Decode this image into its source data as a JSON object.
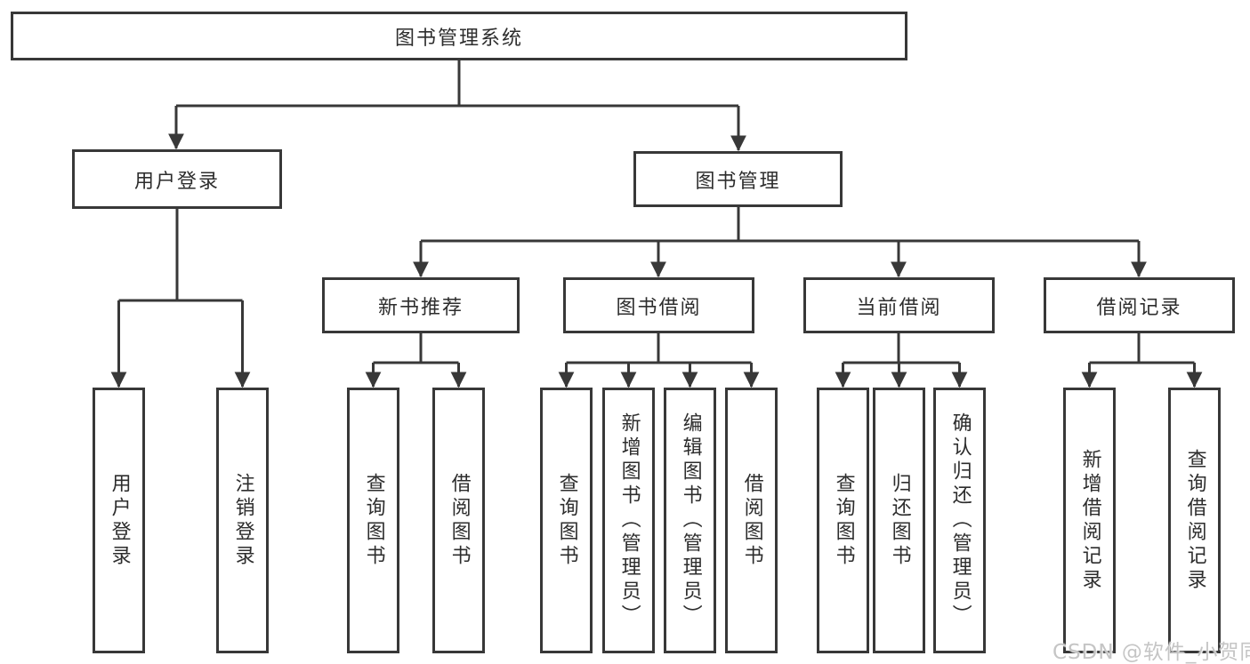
{
  "diagram": {
    "type": "hierarchy-chart",
    "root": {
      "label": "图书管理系统"
    },
    "level1": [
      {
        "label": "用户登录",
        "parent": "图书管理系统"
      },
      {
        "label": "图书管理",
        "parent": "图书管理系统"
      }
    ],
    "level2": [
      {
        "label": "新书推荐",
        "parent": "图书管理"
      },
      {
        "label": "图书借阅",
        "parent": "图书管理"
      },
      {
        "label": "当前借阅",
        "parent": "图书管理"
      },
      {
        "label": "借阅记录",
        "parent": "图书管理"
      }
    ],
    "leaves": [
      {
        "label": "用户登录",
        "parent": "用户登录"
      },
      {
        "label": "注销登录",
        "parent": "用户登录"
      },
      {
        "label": "查询图书",
        "parent": "新书推荐"
      },
      {
        "label": "借阅图书",
        "parent": "新书推荐"
      },
      {
        "label": "查询图书",
        "parent": "图书借阅"
      },
      {
        "label": "新增图书（管理员）",
        "parent": "图书借阅"
      },
      {
        "label": "编辑图书（管理员）",
        "parent": "图书借阅"
      },
      {
        "label": "借阅图书",
        "parent": "图书借阅"
      },
      {
        "label": "查询图书",
        "parent": "当前借阅"
      },
      {
        "label": "归还图书",
        "parent": "当前借阅"
      },
      {
        "label": "确认归还（管理员）",
        "parent": "当前借阅"
      },
      {
        "label": "新增借阅记录",
        "parent": "借阅记录"
      },
      {
        "label": "查询借阅记录",
        "parent": "借阅记录"
      }
    ]
  },
  "watermark": {
    "text": "CSDN @软件_小贺同学"
  },
  "colors": {
    "line": "#383838",
    "box_border": "#383838",
    "box_fill": "#ffffff",
    "text": "#2d2d2d",
    "background": "#ffffff",
    "watermark_text": "#c5c5c5"
  }
}
